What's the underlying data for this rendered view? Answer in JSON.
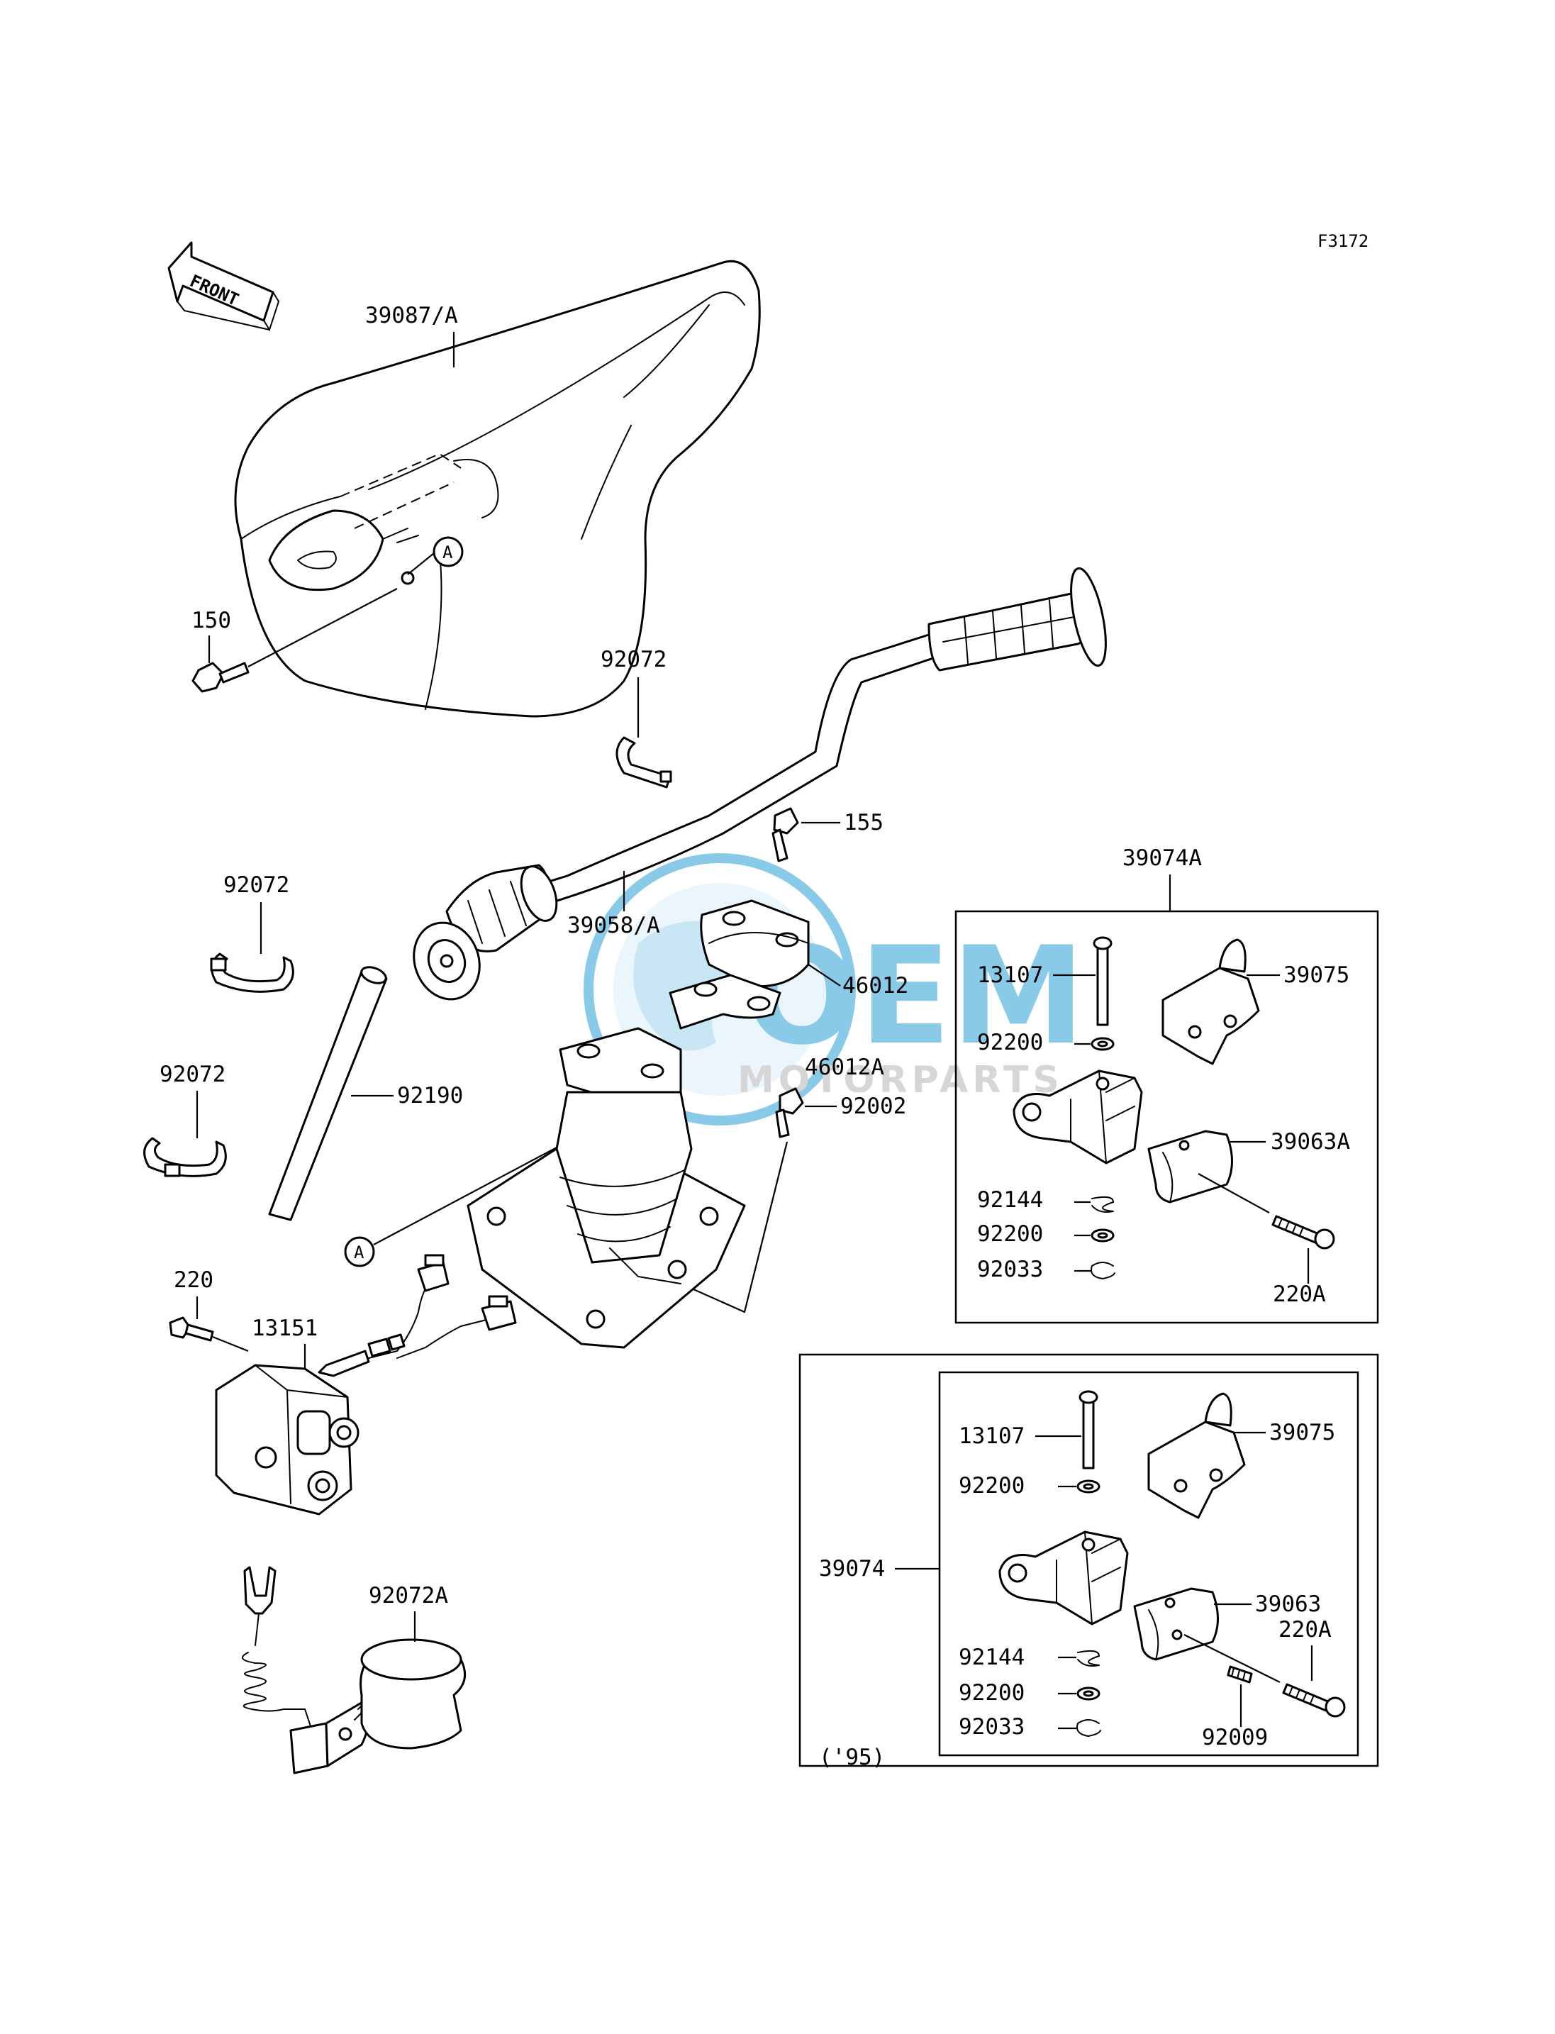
{
  "diagram_code": "F3172",
  "front_label": "FRONT",
  "ref_marker": "A",
  "watermark": {
    "brand": "OEM",
    "sub": "MOTORPARTS",
    "color_blue": "#2a9fd8",
    "color_gray": "#c9c9c9"
  },
  "parts": {
    "p39087A": "39087/A",
    "p150": "150",
    "p92072_top": "92072",
    "p155": "155",
    "p39058A": "39058/A",
    "p46012": "46012",
    "p46012A": "46012A",
    "p92002": "92002",
    "p92072_left1": "92072",
    "p92072_left2": "92072",
    "p92190": "92190",
    "p220": "220",
    "p13151": "13151",
    "p92072A": "92072A"
  },
  "group1": {
    "title": "39074A",
    "p13107": "13107",
    "p39075": "39075",
    "p92200a": "92200",
    "p39063A": "39063A",
    "p92144": "92144",
    "p92200b": "92200",
    "p92033": "92033",
    "p220A": "220A"
  },
  "group2": {
    "title": "39074",
    "p13107": "13107",
    "p39075": "39075",
    "p92200a": "92200",
    "p39063": "39063",
    "p220A": "220A",
    "p92144": "92144",
    "p92200b": "92200",
    "p92033": "92033",
    "p92009": "92009",
    "year_note": "('95)"
  }
}
